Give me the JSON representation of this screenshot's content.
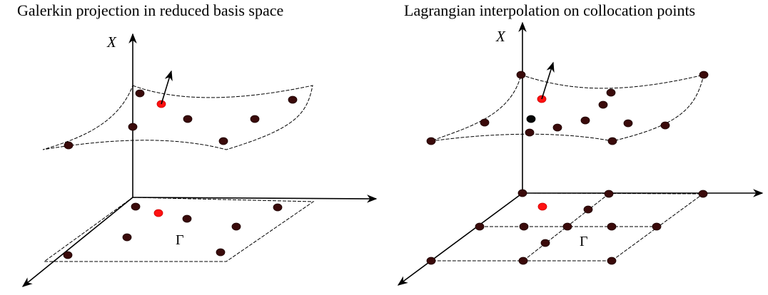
{
  "panels": [
    {
      "title": "Galerkin projection in reduced basis space",
      "axis_label": "X",
      "domain_label": "Γ"
    },
    {
      "title": "Lagrangian interpolation on collocation points",
      "axis_label": "X",
      "domain_label": "Γ"
    }
  ]
}
